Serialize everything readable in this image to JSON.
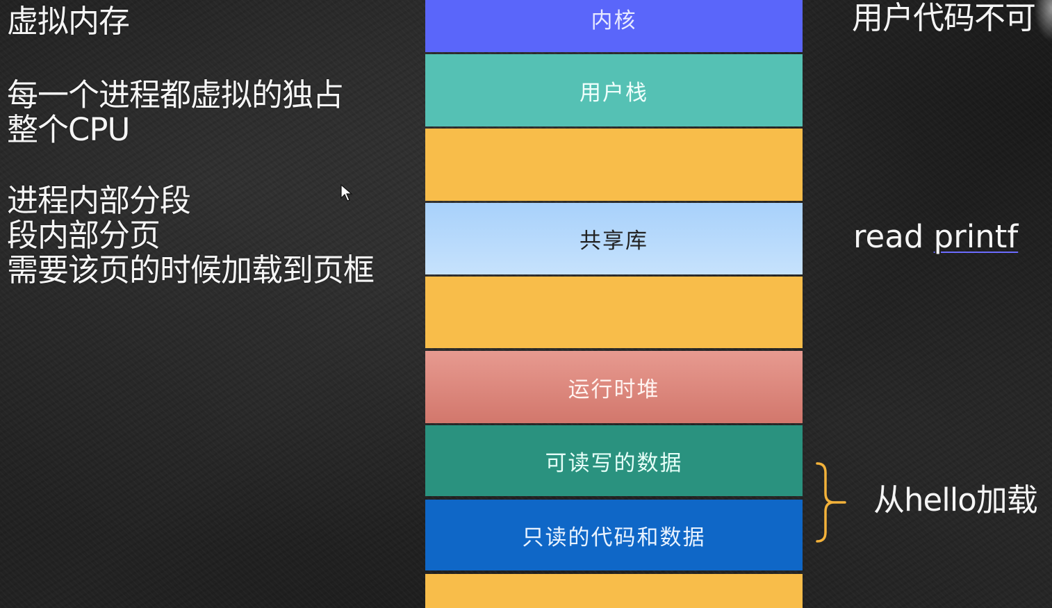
{
  "left_notes": {
    "title": "虚拟内存",
    "para1_line1": "每一个进程都虚拟的独占",
    "para1_line2": "整个CPU",
    "para2_line1": "进程内部分段",
    "para2_line2": "段内部分页",
    "para2_line3": "需要该页的时候加载到页框"
  },
  "memory_map": {
    "kernel": "内核",
    "user_stack": "用户栈",
    "shared_libs": "共享库",
    "runtime_heap": "运行时堆",
    "rw_data": "可读写的数据",
    "ro_code_data": "只读的代码和数据",
    "colors": {
      "kernel": "#5a66fa",
      "user_stack": "#55c1b4",
      "free": "#f8bd4a",
      "shared_libs": "#b7d9fb",
      "runtime_heap": "#e08a7f",
      "rw_data": "#2a927f",
      "ro_code_data": "#0f67c7"
    }
  },
  "right_notes": {
    "top_text": "用户代码不可",
    "read_word": "read",
    "printf_word": "printf",
    "load_text": "从hello加载"
  },
  "brace_color": "#f3b23a",
  "icons": {
    "cursor": "mouse-pointer-icon",
    "brace": "right-curly-brace-icon"
  }
}
